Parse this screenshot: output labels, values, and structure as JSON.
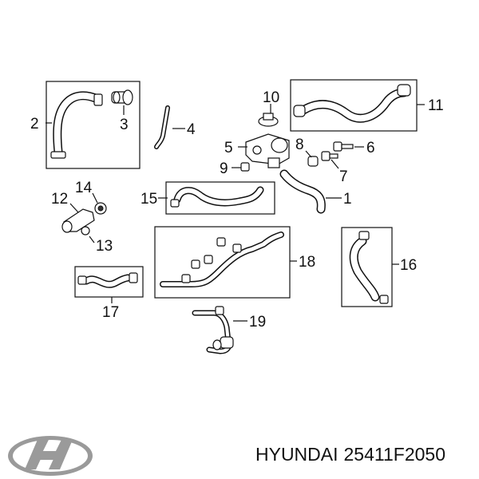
{
  "callouts": {
    "c1": "1",
    "c2": "2",
    "c3": "3",
    "c4": "4",
    "c5": "5",
    "c6": "6",
    "c7": "7",
    "c8": "8",
    "c9": "9",
    "c10": "10",
    "c11": "11",
    "c12": "12",
    "c13": "13",
    "c14": "14",
    "c15": "15",
    "c16": "16",
    "c17": "17",
    "c18": "18",
    "c19": "19"
  },
  "caption": {
    "brand": "HYUNDAI",
    "part_number": "25411F2050"
  },
  "logo": {
    "name": "hyundai-logo-icon",
    "text": "H"
  }
}
